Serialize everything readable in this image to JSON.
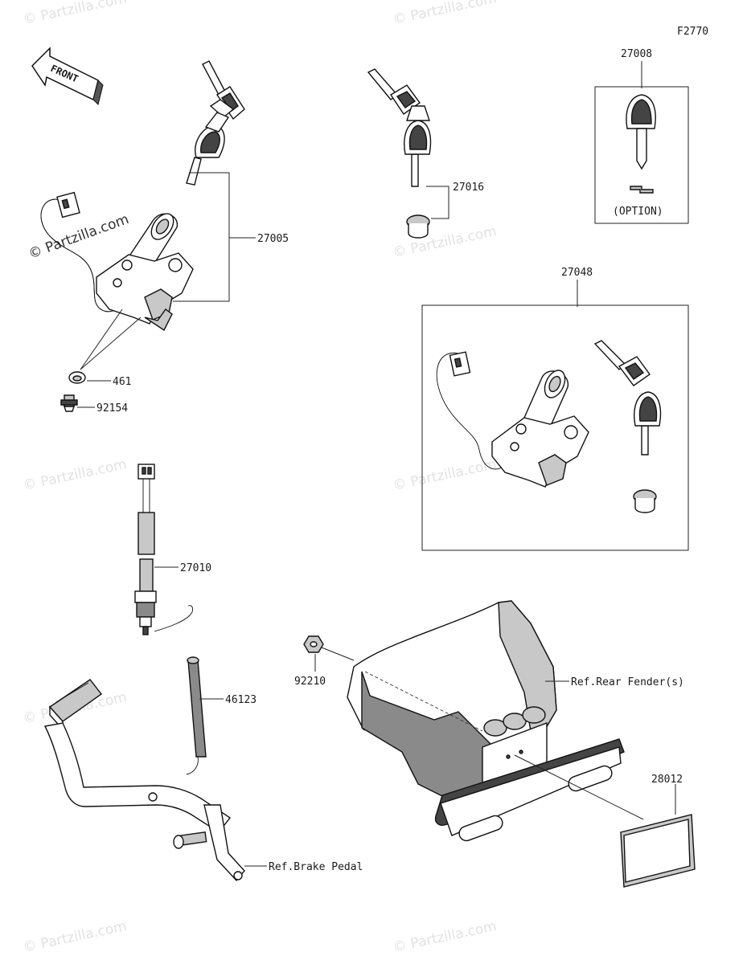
{
  "diagram_code": "F2770",
  "front_label": "FRONT",
  "watermark": "Partzilla.com",
  "watermark_symbol": "©",
  "parts": {
    "p27005": "27005",
    "p461": "461",
    "p92154": "92154",
    "p27016": "27016",
    "p27008": "27008",
    "option": "(OPTION)",
    "p27048": "27048",
    "p27010": "27010",
    "p46123": "46123",
    "p92210": "92210",
    "p28012": "28012",
    "ref_rear_fender": "Ref.Rear Fender(s)",
    "ref_brake_pedal": "Ref.Brake Pedal"
  },
  "colors": {
    "line": "#222222",
    "watermark": "#e2e2e2",
    "background": "#ffffff"
  }
}
